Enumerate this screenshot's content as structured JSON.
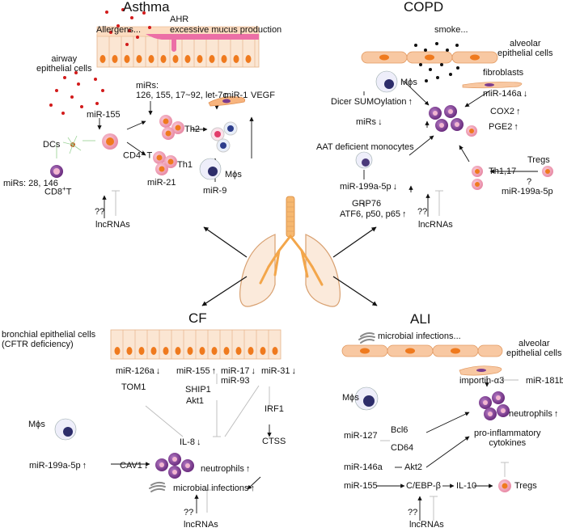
{
  "asthma": {
    "title": "Asthma",
    "allergens": "Allergens...",
    "ahr": "AHR",
    "mucus": "excessive mucus production",
    "epithelial": "airway\nepithelial cells",
    "mirs_label": "miRs:",
    "mirs_list": "126, 155, 17~92, let-7c",
    "mir1": "miR-1",
    "vegf": "VEGF",
    "mir155": "miR-155",
    "dcs": "DCs",
    "cd4": "CD4",
    "cd4_sup": "+",
    "cd4_t": " T",
    "th2": "Th2",
    "th1": "Th1",
    "mir21": "miR-21",
    "mir9": "miR-9",
    "macrophages": "Mϕs",
    "mirs_28": "miRs: 28, 146",
    "cd8": "CD8",
    "cd8_sup": "+",
    "cd8_t": "T",
    "qq": "??",
    "lncrnas": "lncRNAs"
  },
  "copd": {
    "title": "COPD",
    "smoke": "smoke...",
    "epithelial": "alveolar\nepithelial cells",
    "fibroblasts": "fibroblasts",
    "macrophages": "Mϕs",
    "dicer": "Dicer SUMOylation",
    "mirs": "miRs",
    "mir146a": "miR-146a",
    "cox2": "COX2",
    "pge2": "PGE2",
    "aat": "AAT deficient monocytes",
    "mir199a": "miR-199a-5p",
    "grp76": "GRP76",
    "atf6": "ATF6, p50, p65",
    "th117": "Th1,17",
    "tregs": "Tregs",
    "q": "?",
    "mir199a_b": "miR-199a-5p",
    "qq": "??",
    "lncrnas": "lncRNAs"
  },
  "cf": {
    "title": "CF",
    "epithelial": "bronchial epithelial cells\n(CFTR deficiency)",
    "mir126a": "miR-126a",
    "mir155": "miR-155",
    "mir17": "miR-17",
    "mir93": "miR-93",
    "mir31": "miR-31",
    "tom1": "TOM1",
    "ship1": "SHIP1",
    "akt1": "Akt1",
    "irf1": "IRF1",
    "macrophages": "Mϕs",
    "il8": "IL-8",
    "ctss": "CTSS",
    "mir199a": "miR-199a-5p",
    "cav1": "CAV1",
    "neutrophils": "neutrophils",
    "microbial": "microbial infections",
    "qq": "??",
    "lncrnas": "lncRNAs"
  },
  "ali": {
    "title": "ALI",
    "microbial": "microbial infections...",
    "epithelial": "alveolar\nepithelial cells",
    "importin": "importin-α3",
    "mir181b": "miR-181b",
    "macrophages": "Mϕs",
    "neutrophils": "neutrophils",
    "mir127": "miR-127",
    "bcl6": "Bcl6",
    "cd64": "CD64",
    "cytokines": "pro-inflammatory\ncytokines",
    "mir146a": "miR-146a",
    "akt2": "Akt2",
    "mir155": "miR-155",
    "cebp": "C/EBP-β",
    "il10": "IL-10",
    "tregs": "Tregs",
    "qq": "??",
    "lncrnas": "lncRNAs"
  },
  "colors": {
    "cell_fill": "#f6c79a",
    "nucleus": "#ef7a1e",
    "mucus": "#ec6fa6",
    "allergen_dot": "#d21b1b",
    "lung_outline": "#d8a070",
    "airway": "#f3a64a",
    "purple_cell": "#7b3b8e",
    "pink_cell": "#f4a6b8",
    "arrow": "#111111",
    "inhibit": "#bbbbbb"
  }
}
